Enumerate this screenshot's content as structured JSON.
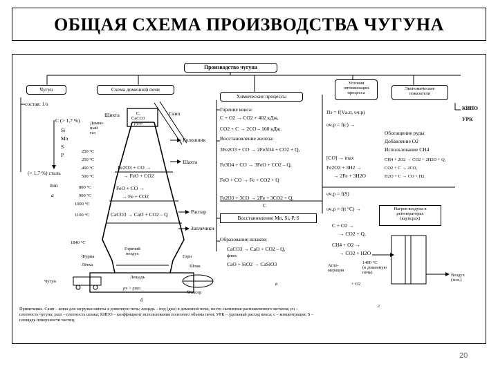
{
  "slide": {
    "title": "ОБЩАЯ СХЕМА ПРОИЗВОДСТВА ЧУГУНА",
    "page_number": "20"
  },
  "figure": {
    "top": "Производство чугуна",
    "iron": {
      "header": "Чугун",
      "composition": "состав: 1/з",
      "carbon": "C (> 1,7 %)",
      "elements": [
        "Si",
        "Mn",
        "S",
        "P"
      ],
      "steel": "(< 1,7 %) сталь",
      "min": "min",
      "label": "а"
    },
    "furnace": {
      "header": "Схема доменной печи",
      "shikhta": "Шихта",
      "domain_gas": "Домен-\nный\nгаз",
      "top_mix": "C,\nCaCO3\nруда",
      "skip": "Скип",
      "koloshnik": "Колошник",
      "shakhta": "Шахта",
      "temps": [
        "250 °C",
        "250 °C",
        "400 °C",
        "500 °C",
        "800 °C",
        "900 °C",
        "1000 °C",
        "1100 °C"
      ],
      "r1": "Fe2O3 + CO →",
      "r1b": "→ FeO + CO2",
      "r2": "FeO + CO →",
      "r2b": "→ Fe + CO2",
      "r3": "CaCO3 → CaO + CO2 – Q",
      "raspar": "Распар",
      "zaplechiki": "Заплечики",
      "t1840": "1840 °C",
      "hot_air": "Горячий\nвоздух",
      "furma": "Фурма",
      "letka": "Лётка",
      "gorn": "Горн",
      "shlak": "Шлак",
      "lesch": "Лещадь",
      "iron_out": "Чугун",
      "mixer": "Миксер",
      "density": "ρч > ρшл",
      "label_b": "б"
    },
    "chem": {
      "header": "Химические процессы",
      "combustion": "Горение кокса:",
      "c1": "C + O2 → CO2 + 402 кДж,",
      "c2": "CO2 + C → 2CO – 160 кДж.",
      "reduction": "Восстановление железа:",
      "c3": "3Fe2O3 + CO → 2Fe3O4 + CO2 + Q,",
      "c4": "Fe3O4 + CO → 3FeO + CO2 – Q,",
      "c5": "FeO + CO → Fe + CO2 + Q",
      "c6": "Fe2O3 + 3CO → 2Fe + 3CO2 + Q,",
      "c6c": "C",
      "mn": "Восстановление Mn, Si, P, S",
      "slag": "Образование шлаков:",
      "c7": "CaCO3 → CaO + CO2 – Q,",
      "c7a": "флюс",
      "c8": "CaO + SiO2 → CaSiO3",
      "label_v": "в"
    },
    "opt": {
      "header": "Условия\nоптимизации\nпроцесса",
      "f1": "Пэ = f(Vа.п, υч.р)",
      "f2": "υч.р = f(c) →",
      "f3": "υч.р = f(S)",
      "f4": "υч.р = f(t °C) →",
      "g1": "[CO] → max",
      "g2": "Fe2O3 + 3H2 →",
      "g3": "→ 2Fe + 3H2O",
      "g4": "C + O2 →",
      "g5": "→ CO2 + Q,",
      "g6": "CH4 + O2 →",
      "g7": "→ CO2 + H2O",
      "aglo": "Агло-\nмерация",
      "o2": "+ O2",
      "t1400": "1400 °C\n(в доменную\nпечь)",
      "air": "Воздух\n(хол.)",
      "label_g": "г"
    },
    "econ": {
      "header": "Экономические\nпоказатели",
      "kipo": "КИПО",
      "urk": "УРК",
      "e1": "Обогащение руды",
      "e2": "Добавление O2",
      "e3": "Использование CH4",
      "e4": "CH4 + 2O2 → CO2 + 2H2O + Q,",
      "e5": "CO2 + C → 2CO,",
      "e6": "H2O + C → CO + H2.",
      "heat": "Нагрев воздуха в\nрегенераторах\n(каупсрах)"
    },
    "note": "Примечание. Скип – ковш для загрузки шихты в доменную печь; лещадь – под (дно) в доменной печи, место скопления расплавленного металла; ρч – плотность чугуна; ρшл – плотность шлака; КИПО – коэффициент использования полезного объема печи; УРК – удельный расход кокса; c – концентрация; S – площадь поверхности частиц."
  }
}
